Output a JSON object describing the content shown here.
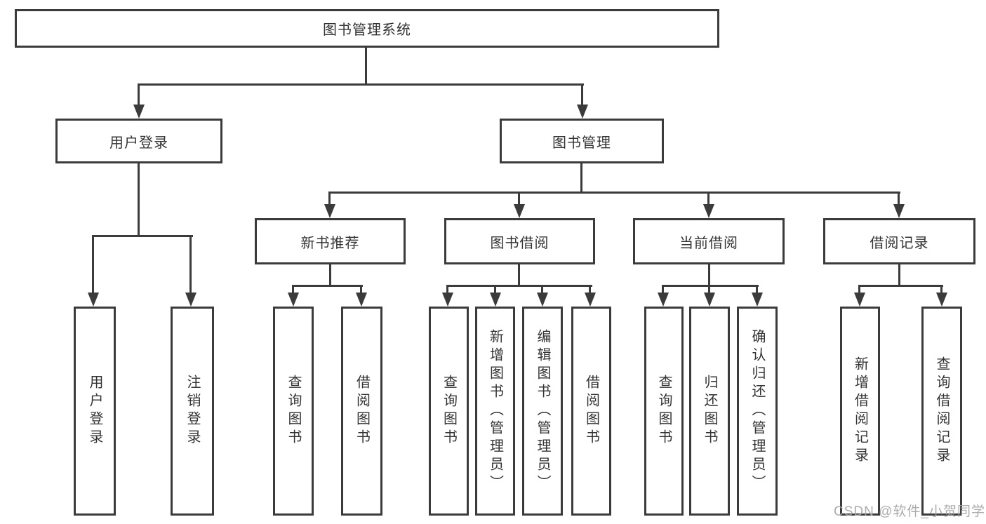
{
  "diagram_title": "图书管理系统",
  "tree": {
    "root": {
      "label": "图书管理系统"
    },
    "branches": [
      {
        "label": "用户登录",
        "children": [
          {
            "label": "用户登录"
          },
          {
            "label": "注销登录"
          }
        ]
      },
      {
        "label": "图书管理",
        "children": [
          {
            "label": "新书推荐",
            "children": [
              {
                "label": "查询图书"
              },
              {
                "label": "借阅图书"
              }
            ]
          },
          {
            "label": "图书借阅",
            "children": [
              {
                "label": "查询图书"
              },
              {
                "label": "新增图书（管理员）"
              },
              {
                "label": "编辑图书（管理员）"
              },
              {
                "label": "借阅图书"
              }
            ]
          },
          {
            "label": "当前借阅",
            "children": [
              {
                "label": "查询图书"
              },
              {
                "label": "归还图书"
              },
              {
                "label": "确认归还（管理员）"
              }
            ]
          },
          {
            "label": "借阅记录",
            "children": [
              {
                "label": "新增借阅记录"
              },
              {
                "label": "查询借阅记录"
              }
            ]
          }
        ]
      }
    ]
  },
  "watermark": "CSDN @软件_小贺同学",
  "colors": {
    "line": "#3b3b3b",
    "box_border": "#3b3b3b",
    "box_fill": "#ffffff",
    "text": "#333333",
    "watermark": "#a5a5a5"
  }
}
